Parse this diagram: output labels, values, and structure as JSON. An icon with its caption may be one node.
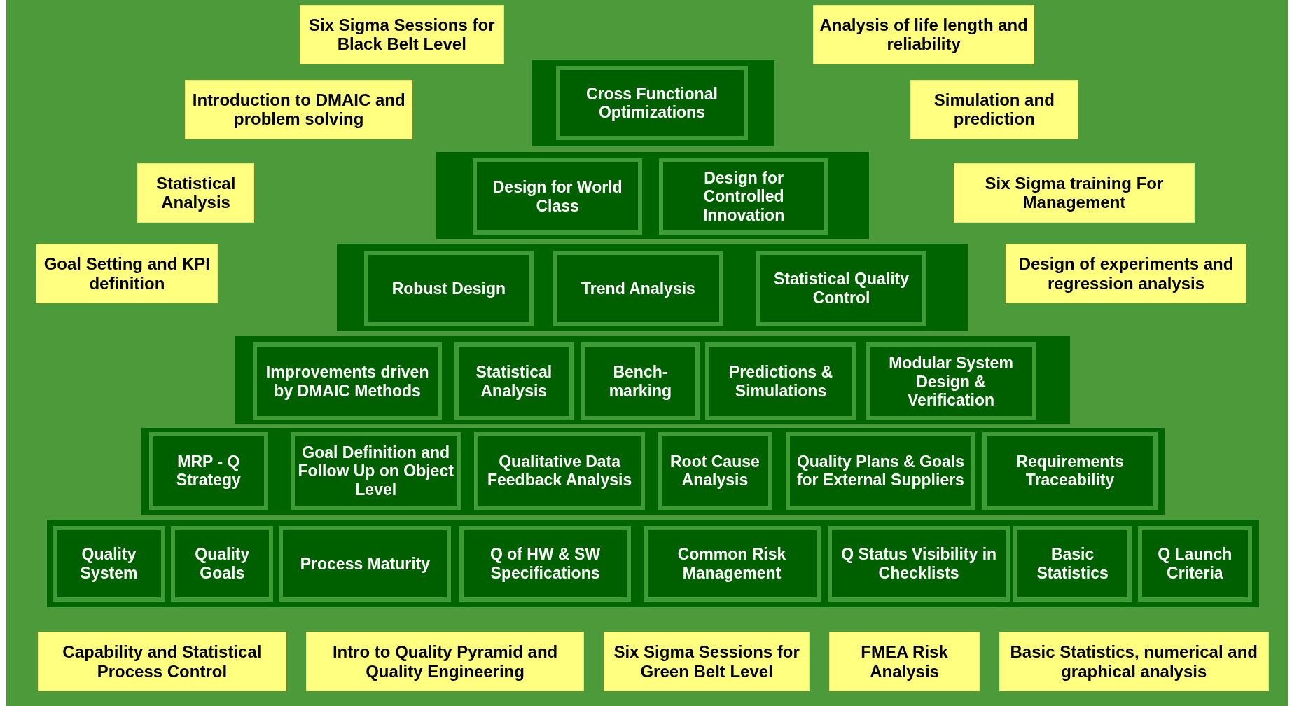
{
  "diagram": {
    "nodes": [
      {
        "text": [
          "Six Sigma Sessions for Black Belt Level"
        ]
      },
      {
        "text": [
          "Analysis of life length and reliability"
        ]
      },
      {
        "text": [
          "Introduction to DMAIC and problem solving"
        ]
      },
      {
        "text": [
          "Simulation and prediction"
        ]
      },
      {
        "text": [
          "Statistical Analysis"
        ]
      },
      {
        "text": [
          "Six Sigma training For Management"
        ]
      },
      {
        "text": [
          "Goal Setting and KPI definition"
        ]
      },
      {
        "text": [
          "Design of experiments and regression analysis"
        ]
      },
      {
        "text": [],
        "shape": "box"
      },
      {
        "text": [
          "Cross Functional Optimizations"
        ],
        "in": 8
      },
      {
        "text": [],
        "shape": "box"
      },
      {
        "text": [
          "Design for World Class"
        ],
        "in": 10
      },
      {
        "text": [
          "Design for Controlled Innovation"
        ],
        "in": 10
      },
      {
        "text": [],
        "shape": "box"
      },
      {
        "text": [
          "Robust Design"
        ],
        "in": 13
      },
      {
        "text": [
          "Trend Analysis"
        ],
        "in": 13
      },
      {
        "text": [
          "Statistical Quality Control"
        ],
        "in": 13
      },
      {
        "text": [],
        "shape": "box"
      },
      {
        "text": [
          "Improvements driven by DMAIC Methods"
        ],
        "in": 17
      },
      {
        "text": [
          "Statistical Analysis"
        ],
        "in": 17
      },
      {
        "text": [
          "Bench-marking"
        ],
        "in": 17
      },
      {
        "text": [
          "Predictions & Simulations"
        ],
        "in": 17
      },
      {
        "text": [
          "Modular System Design & Verification"
        ],
        "in": 17
      },
      {
        "text": [],
        "shape": "box"
      },
      {
        "text": [
          "MRP - Q Strategy"
        ],
        "in": 23
      },
      {
        "text": [
          "Goal Definition and Follow Up on Object Level"
        ],
        "in": 23
      },
      {
        "text": [
          "Qualitative Data Feedback Analysis"
        ],
        "in": 23
      },
      {
        "text": [
          "Root Cause Analysis"
        ],
        "in": 23
      },
      {
        "text": [
          "Quality Plans & Goals for External Suppliers"
        ],
        "in": 23
      },
      {
        "text": [
          "Requirements Traceability"
        ],
        "in": 23
      },
      {
        "text": [],
        "shape": "box"
      },
      {
        "text": [
          "Quality System"
        ],
        "in": 30
      },
      {
        "text": [
          "Quality Goals"
        ],
        "in": 30
      },
      {
        "text": [
          "Process Maturity"
        ],
        "in": 30
      },
      {
        "text": [
          "Q of HW & SW Specifications"
        ],
        "in": 30
      },
      {
        "text": [
          "Common Risk Management"
        ],
        "in": 30
      },
      {
        "text": [
          "Q Status Visibility in Checklists"
        ],
        "in": 30
      },
      {
        "text": [
          "Basic Statistics"
        ],
        "in": 30
      },
      {
        "text": [
          "Q Launch Criteria"
        ],
        "in": 30
      },
      {
        "text": [
          "Capability and Statistical Process Control"
        ]
      },
      {
        "text": [
          "Intro to Quality Pyramid and Quality Engineering"
        ]
      },
      {
        "text": [
          "Six Sigma Sessions for Green Belt Level"
        ]
      },
      {
        "text": [
          "FMEA Risk Analysis"
        ]
      },
      {
        "text": [
          "Basic Statistics, numerical and graphical analysis"
        ]
      }
    ]
  }
}
